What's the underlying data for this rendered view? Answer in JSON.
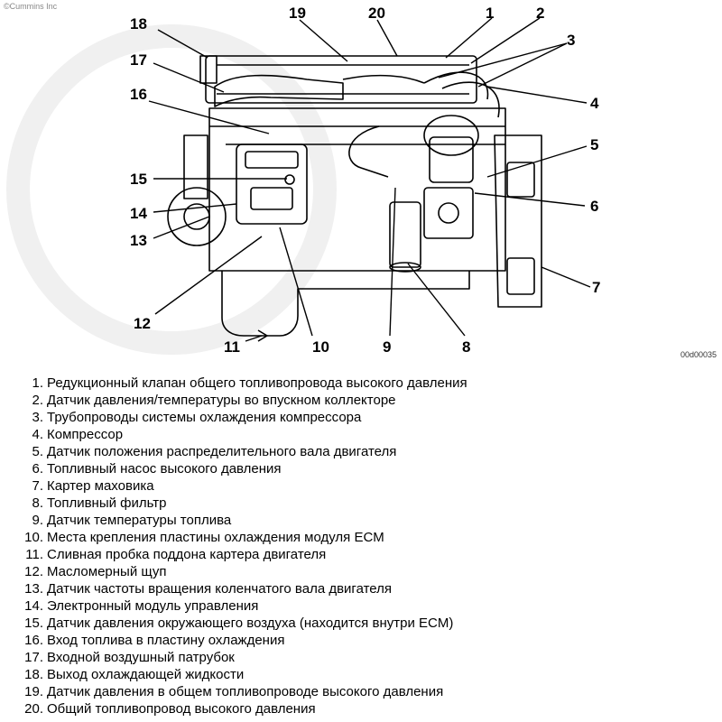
{
  "copyright": "©Cummins Inc",
  "figure_code": "00d00035",
  "callouts": [
    "1",
    "2",
    "3",
    "4",
    "5",
    "6",
    "7",
    "8",
    "9",
    "10",
    "11",
    "12",
    "13",
    "14",
    "15",
    "16",
    "17",
    "18",
    "19",
    "20"
  ],
  "legend": [
    {
      "num": "1.",
      "text": "Редукционный клапан общего топливопровода высокого давления"
    },
    {
      "num": "2.",
      "text": "Датчик давления/температуры во впускном коллекторе"
    },
    {
      "num": "3.",
      "text": "Трубопроводы системы охлаждения компрессора"
    },
    {
      "num": "4.",
      "text": "Компрессор"
    },
    {
      "num": "5.",
      "text": "Датчик положения распределительного вала двигателя"
    },
    {
      "num": "6.",
      "text": "Топливный насос высокого давления"
    },
    {
      "num": "7.",
      "text": "Картер маховика"
    },
    {
      "num": "8.",
      "text": "Топливный фильтр"
    },
    {
      "num": "9.",
      "text": "Датчик температуры топлива"
    },
    {
      "num": "10.",
      "text": "Места крепления пластины охлаждения модуля ECM"
    },
    {
      "num": "11.",
      "text": "Сливная пробка поддона картера двигателя"
    },
    {
      "num": "12.",
      "text": "Масломерный щуп"
    },
    {
      "num": "13.",
      "text": "Датчик частоты вращения коленчатого вала двигателя"
    },
    {
      "num": "14.",
      "text": "Электронный модуль управления"
    },
    {
      "num": "15.",
      "text": "Датчик давления окружающего воздуха (находится внутри ECM)"
    },
    {
      "num": "16.",
      "text": "Вход топлива в пластину охлаждения"
    },
    {
      "num": "17.",
      "text": "Входной воздушный патрубок"
    },
    {
      "num": "18.",
      "text": "Выход охлаждающей жидкости"
    },
    {
      "num": "19.",
      "text": "Датчик давления в общем топливопроводе высокого давления"
    },
    {
      "num": "20.",
      "text": "Общий топливопровод высокого давления"
    }
  ]
}
